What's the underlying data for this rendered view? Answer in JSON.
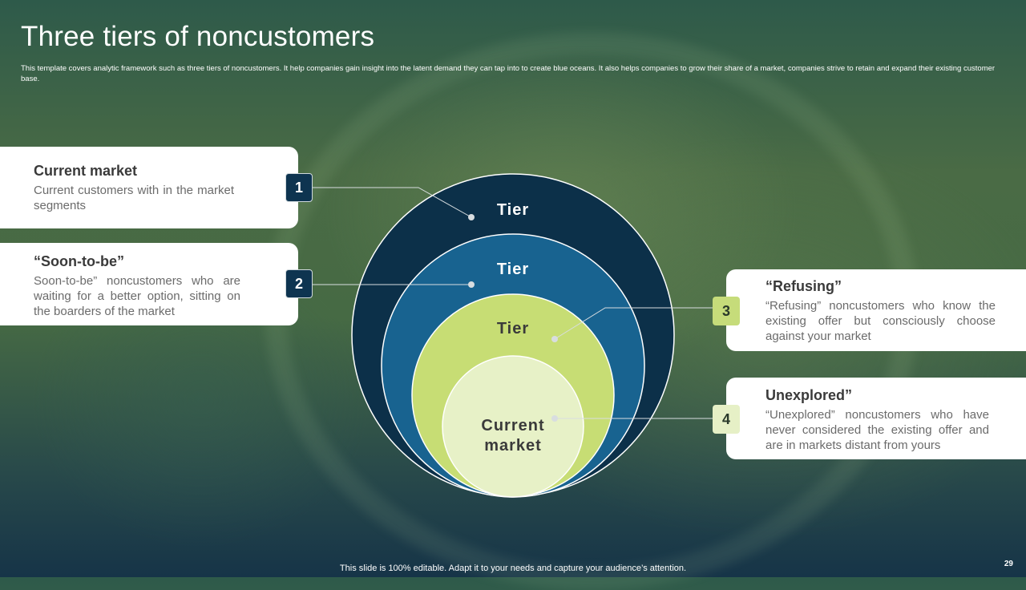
{
  "title": "Three tiers of noncustomers",
  "subtitle": "This template covers analytic framework such as three tiers of noncustomers. It help companies gain insight into the latent demand they can tap into to create blue oceans. It also helps companies to grow their share of a market, companies strive to retain and expand their existing customer base.",
  "diagram": {
    "rings": [
      {
        "label": "Tier",
        "color": "#0c3049"
      },
      {
        "label": "Tier",
        "color": "#186390"
      },
      {
        "label": "Tier",
        "color": "#c7dd74"
      },
      {
        "label_line1": "Current",
        "label_line2": "market",
        "color": "#e7f1c7"
      }
    ]
  },
  "cards": [
    {
      "number": "1",
      "heading": "Current market",
      "text": "Current customers with in the market segments"
    },
    {
      "number": "2",
      "heading": "“Soon-to-be”",
      "text": "Soon-to-be” noncustomers who are waiting for a better option, sitting on the boarders of the market"
    },
    {
      "number": "3",
      "heading": "“Refusing”",
      "text": "“Refusing” noncustomers who know the existing offer but consciously choose against your market"
    },
    {
      "number": "4",
      "heading": "Unexplored”",
      "text": "“Unexplored” noncustomers who have never considered the existing offer and are in markets distant from yours"
    }
  ],
  "footer": "This slide is 100% editable. Adapt it to your needs and capture your audience’s attention.",
  "page_number": "29"
}
